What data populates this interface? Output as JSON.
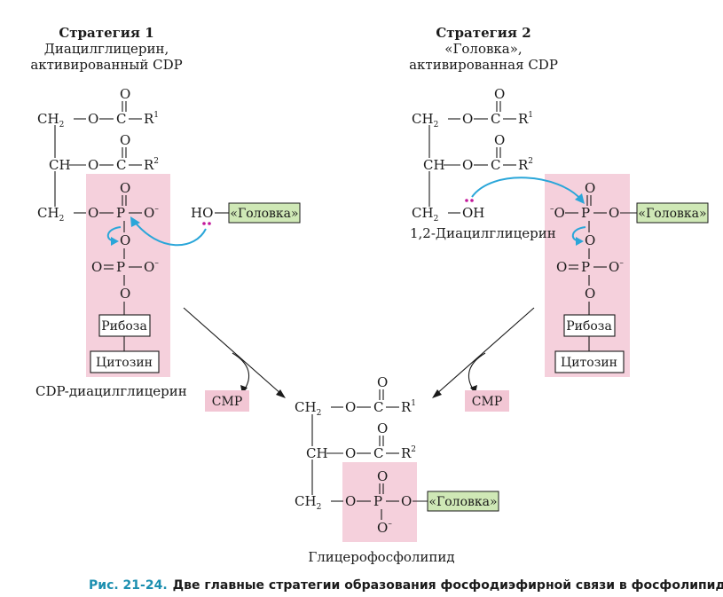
{
  "strategy1": {
    "title": "Стратегия 1",
    "subtitle_line1": "Диацилглицерин,",
    "subtitle_line2": "активированный CDP",
    "product_label": "CDP-диацилглицерин"
  },
  "strategy2": {
    "title": "Стратегия 2",
    "subtitle_line1": "«Головка»,",
    "subtitle_line2": "активированная CDP",
    "dag_label": "1,2-Диацилглицерин"
  },
  "labels": {
    "ribose": "Рибоза",
    "cytosine": "Цитозин",
    "head": "«Головка»",
    "cmp": "CMP",
    "product": "Глицерофосфолипид"
  },
  "chem": {
    "ch2": "CH",
    "ch": "CH",
    "o": "O",
    "c": "C",
    "p": "P",
    "r": "R",
    "ho": "HO",
    "oh": "OH",
    "o_minus": "O",
    "minus": "–",
    "two": "2",
    "one": "1",
    "sup2": "2",
    "dash": "–",
    "odouble": "O="
  },
  "caption": {
    "figure": "Рис. 21-24.",
    "text": "Две главные стратегии образования фосфодиэфирной связи в фосфолипидах."
  },
  "colors": {
    "pink_highlight": "#f5d0dc",
    "green_box": "#cfe8b6",
    "arrow_cyan": "#2aa6d9",
    "electron_dots": "#c2189a",
    "caption_blue": "#1c8fb0"
  }
}
